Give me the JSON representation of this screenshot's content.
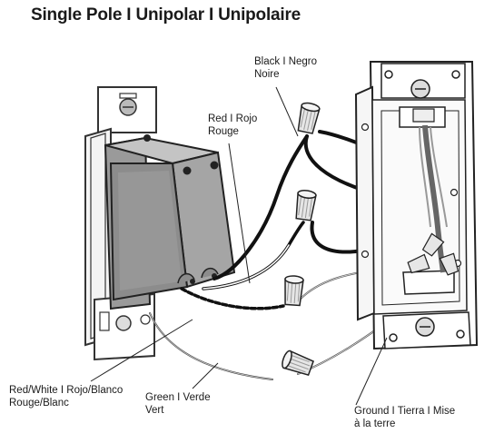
{
  "title": "Single Pole I Unipolar I Unipolaire",
  "labels": {
    "black": [
      "Black I Negro",
      "Noire"
    ],
    "red": [
      "Red I Rojo",
      "Rouge"
    ],
    "red_white": [
      "Red/White I Rojo/Blanco",
      "Rouge/Blanc"
    ],
    "green": [
      "Green I Verde",
      "Vert"
    ],
    "ground": [
      "Ground I Tierra I Mise",
      "à la terre"
    ]
  }
}
